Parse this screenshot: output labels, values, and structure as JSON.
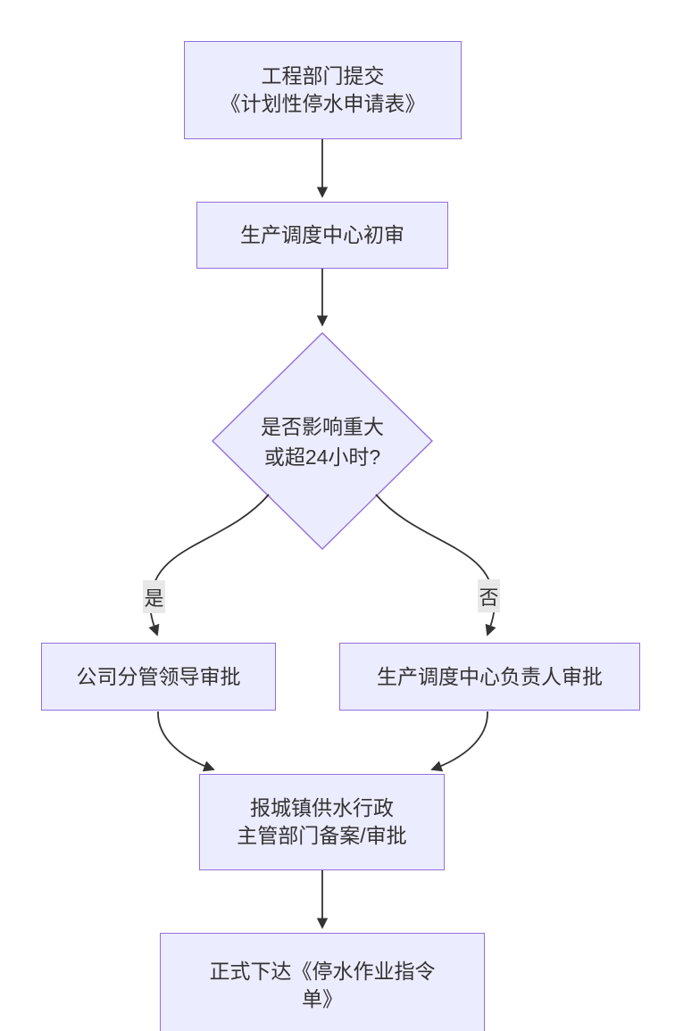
{
  "diagram": {
    "type": "flowchart",
    "background_color": "#ffffff",
    "node_fill_color": "#ECECFF",
    "node_border_color": "#9370DB",
    "edge_color": "#333333",
    "text_color": "#333333",
    "edge_label_bg_color": "#e8e8e8",
    "nodes": {
      "submit": {
        "line1": "工程部门提交",
        "line2": "《计划性停水申请表》"
      },
      "initial_review": {
        "label": "生产调度中心初审"
      },
      "decision": {
        "line1": "是否影响重大",
        "line2": "或超24小时?"
      },
      "leader_approval": {
        "label": "公司分管领导审批"
      },
      "center_head_approval": {
        "label": "生产调度中心负责人审批"
      },
      "report_authority": {
        "line1": "报城镇供水行政",
        "line2": "主管部门备案/审批"
      },
      "issue_order": {
        "line1": "正式下达《停水作业指令",
        "line2": "单》"
      }
    },
    "edge_labels": {
      "yes": "是",
      "no": "否"
    }
  }
}
